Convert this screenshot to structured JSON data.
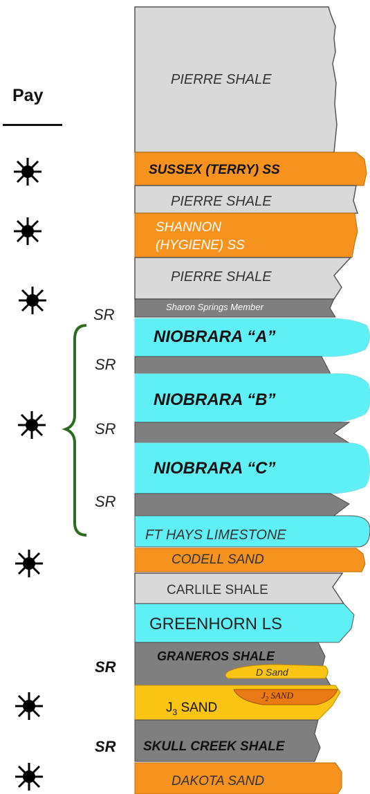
{
  "pay_header": "Pay",
  "colors": {
    "shale_light": "#d9d9d9",
    "shale_dark": "#7f7f7f",
    "sand_orange": "#f6921e",
    "limestone_cyan": "#5ff0f5",
    "sand_yellow": "#f9c412",
    "bracket_green": "#2e6b1f"
  },
  "layers": [
    {
      "name": "PIERRE SHALE",
      "lith": "shale_light"
    },
    {
      "name": "SUSSEX (TERRY) SS",
      "lith": "sand_orange"
    },
    {
      "name": "PIERRE SHALE",
      "lith": "shale_light"
    },
    {
      "name": "SHANNON",
      "name2": "(HYGIENE) SS",
      "lith": "sand_orange"
    },
    {
      "name": "PIERRE SHALE",
      "lith": "shale_light"
    },
    {
      "name": "Sharon Springs Member",
      "lith": "shale_dark"
    },
    {
      "name": "NIOBRARA “A”",
      "lith": "limestone_cyan"
    },
    {
      "name": "NIOBRARA “B”",
      "lith": "limestone_cyan"
    },
    {
      "name": "NIOBRARA “C”",
      "lith": "limestone_cyan"
    },
    {
      "name": "FT HAYS LIMESTONE",
      "lith": "limestone_cyan"
    },
    {
      "name": "CODELL SAND",
      "lith": "sand_orange"
    },
    {
      "name": "CARLILE SHALE",
      "lith": "shale_light"
    },
    {
      "name": "GREENHORN LS",
      "lith": "limestone_cyan"
    },
    {
      "name": "GRANEROS SHALE",
      "lith": "shale_dark"
    },
    {
      "name": "D Sand",
      "lith": "sand_yellow"
    },
    {
      "name": "J",
      "sub": "2",
      "suffix": " SAND",
      "lith": "sand_orange"
    },
    {
      "name": "J",
      "sub": "3",
      "suffix": " SAND",
      "lith": "sand_yellow"
    },
    {
      "name": "SKULL CREEK SHALE",
      "lith": "shale_dark"
    },
    {
      "name": "DAKOTA SAND",
      "lith": "sand_orange"
    }
  ],
  "sr_label": "SR",
  "pay_markers": [
    "SUSSEX (TERRY) SS",
    "SHANNON (HYGIENE) SS",
    "PIERRE SHALE",
    "NIOBRARA",
    "CODELL SAND",
    "J3 SAND",
    "DAKOTA SAND"
  ]
}
